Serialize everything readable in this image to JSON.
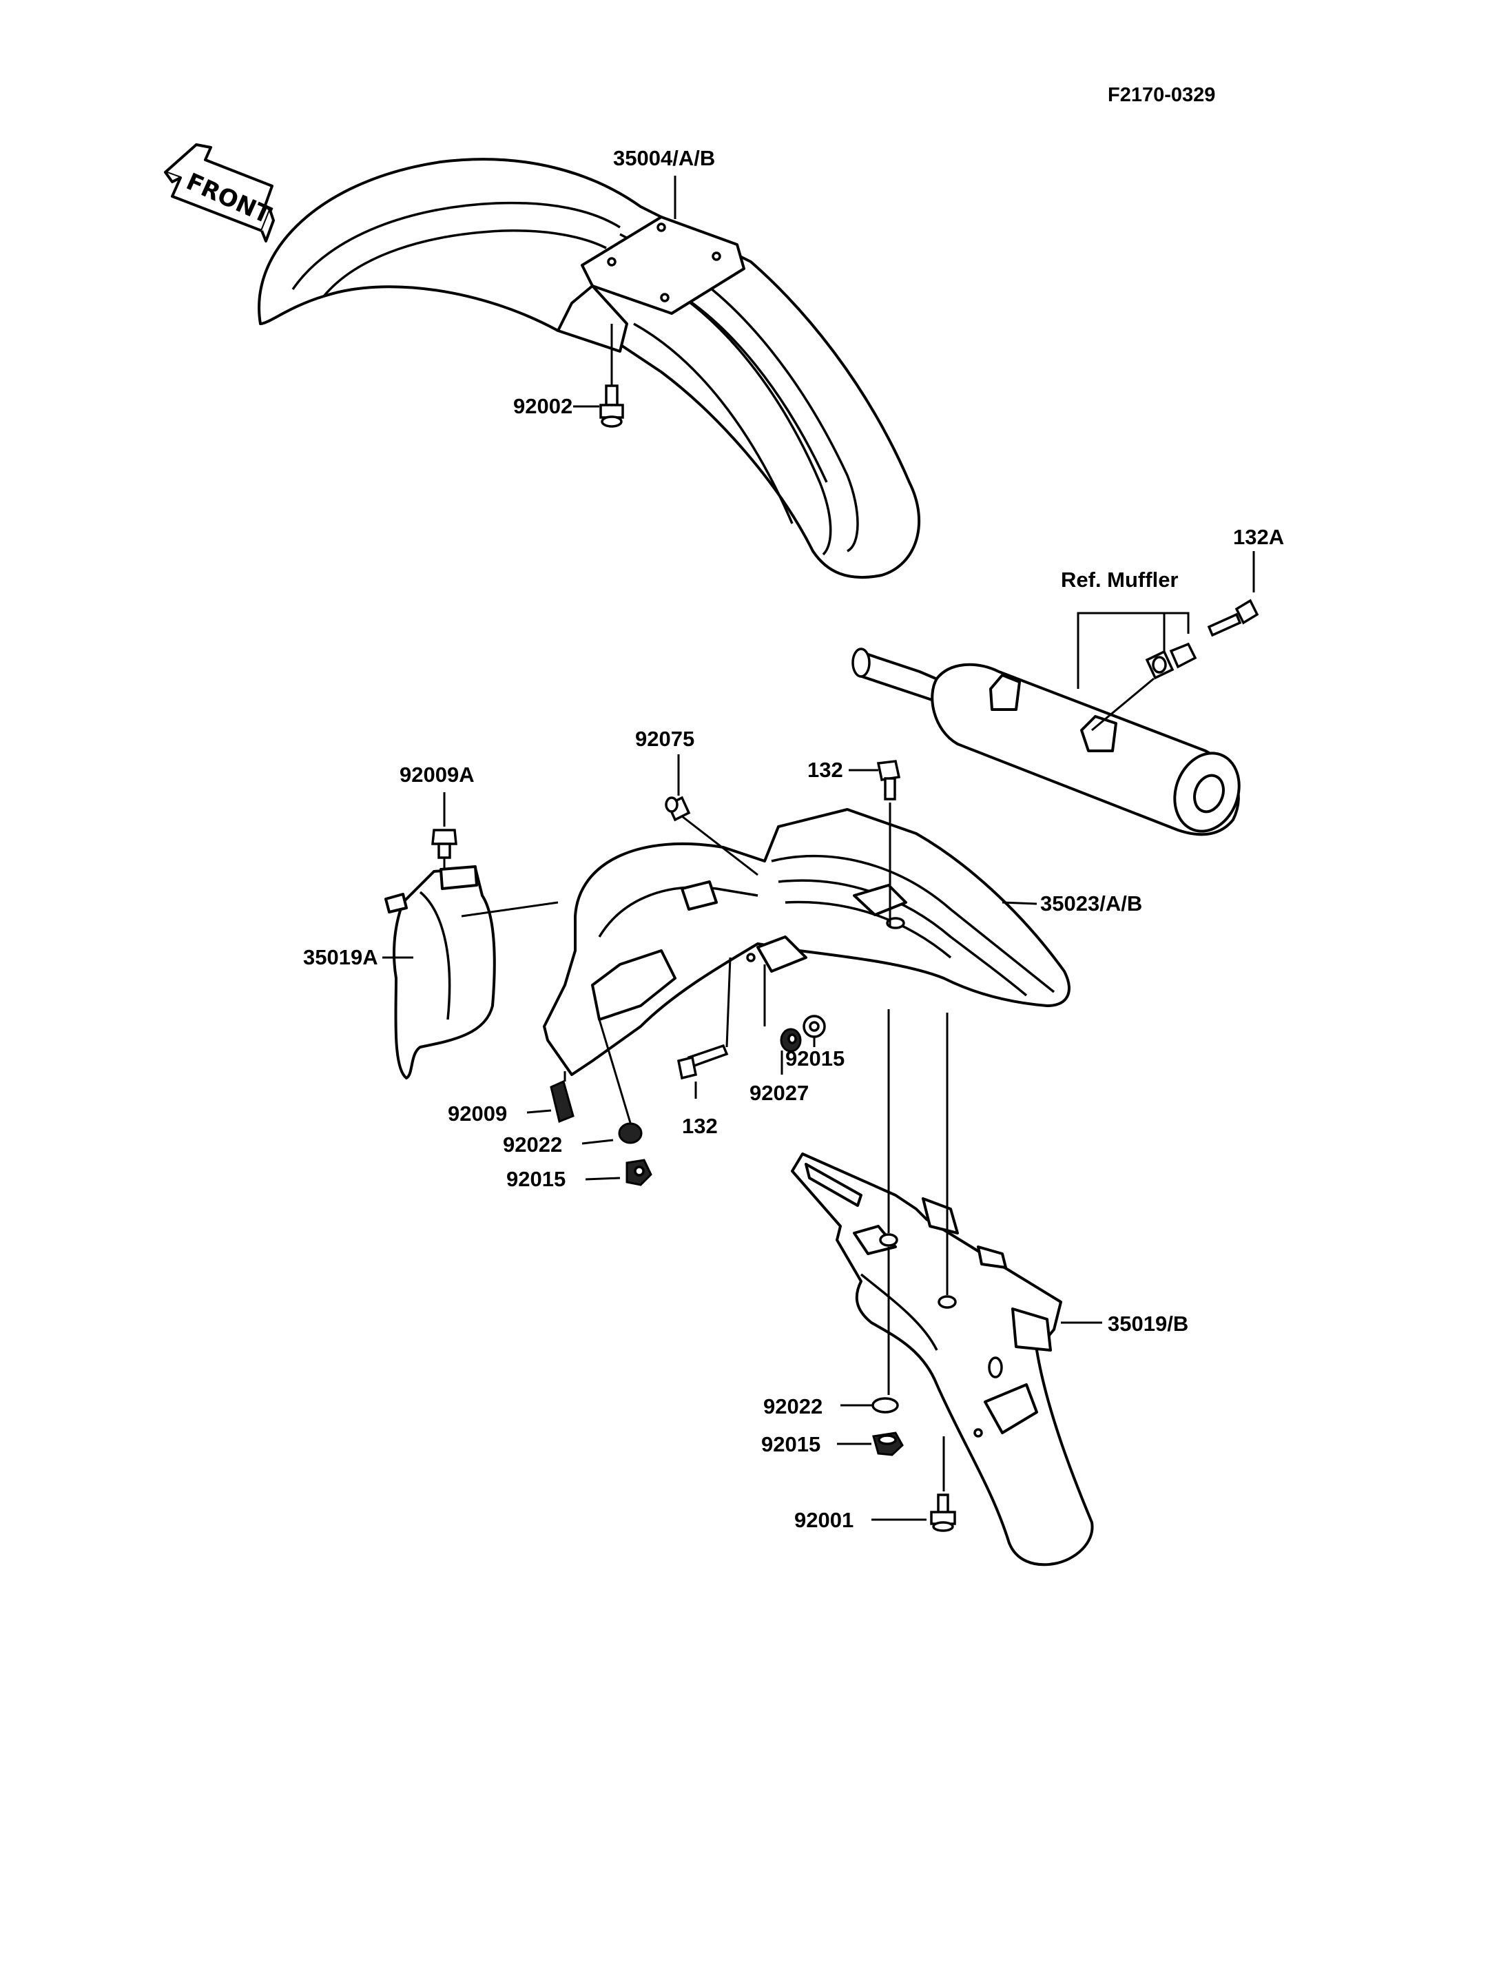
{
  "drawing_code": "F2170-0329",
  "front_arrow": {
    "label": "FRONT"
  },
  "ref_muffler": "Ref. Muffler",
  "callouts": [
    {
      "id": "35004_A_B",
      "text": "35004/A/B"
    },
    {
      "id": "92002",
      "text": "92002"
    },
    {
      "id": "132A",
      "text": "132A"
    },
    {
      "id": "92075",
      "text": "92075"
    },
    {
      "id": "132_top",
      "text": "132"
    },
    {
      "id": "92009A",
      "text": "92009A"
    },
    {
      "id": "35023_A_B",
      "text": "35023/A/B"
    },
    {
      "id": "35019A",
      "text": "35019A"
    },
    {
      "id": "92015_mid",
      "text": "92015"
    },
    {
      "id": "92027",
      "text": "92027"
    },
    {
      "id": "92009",
      "text": "92009"
    },
    {
      "id": "132_bottom",
      "text": "132"
    },
    {
      "id": "92022_left",
      "text": "92022"
    },
    {
      "id": "92015_left",
      "text": "92015"
    },
    {
      "id": "35019_B",
      "text": "35019/B"
    },
    {
      "id": "92022_right",
      "text": "92022"
    },
    {
      "id": "92015_right",
      "text": "92015"
    },
    {
      "id": "92001",
      "text": "92001"
    }
  ]
}
